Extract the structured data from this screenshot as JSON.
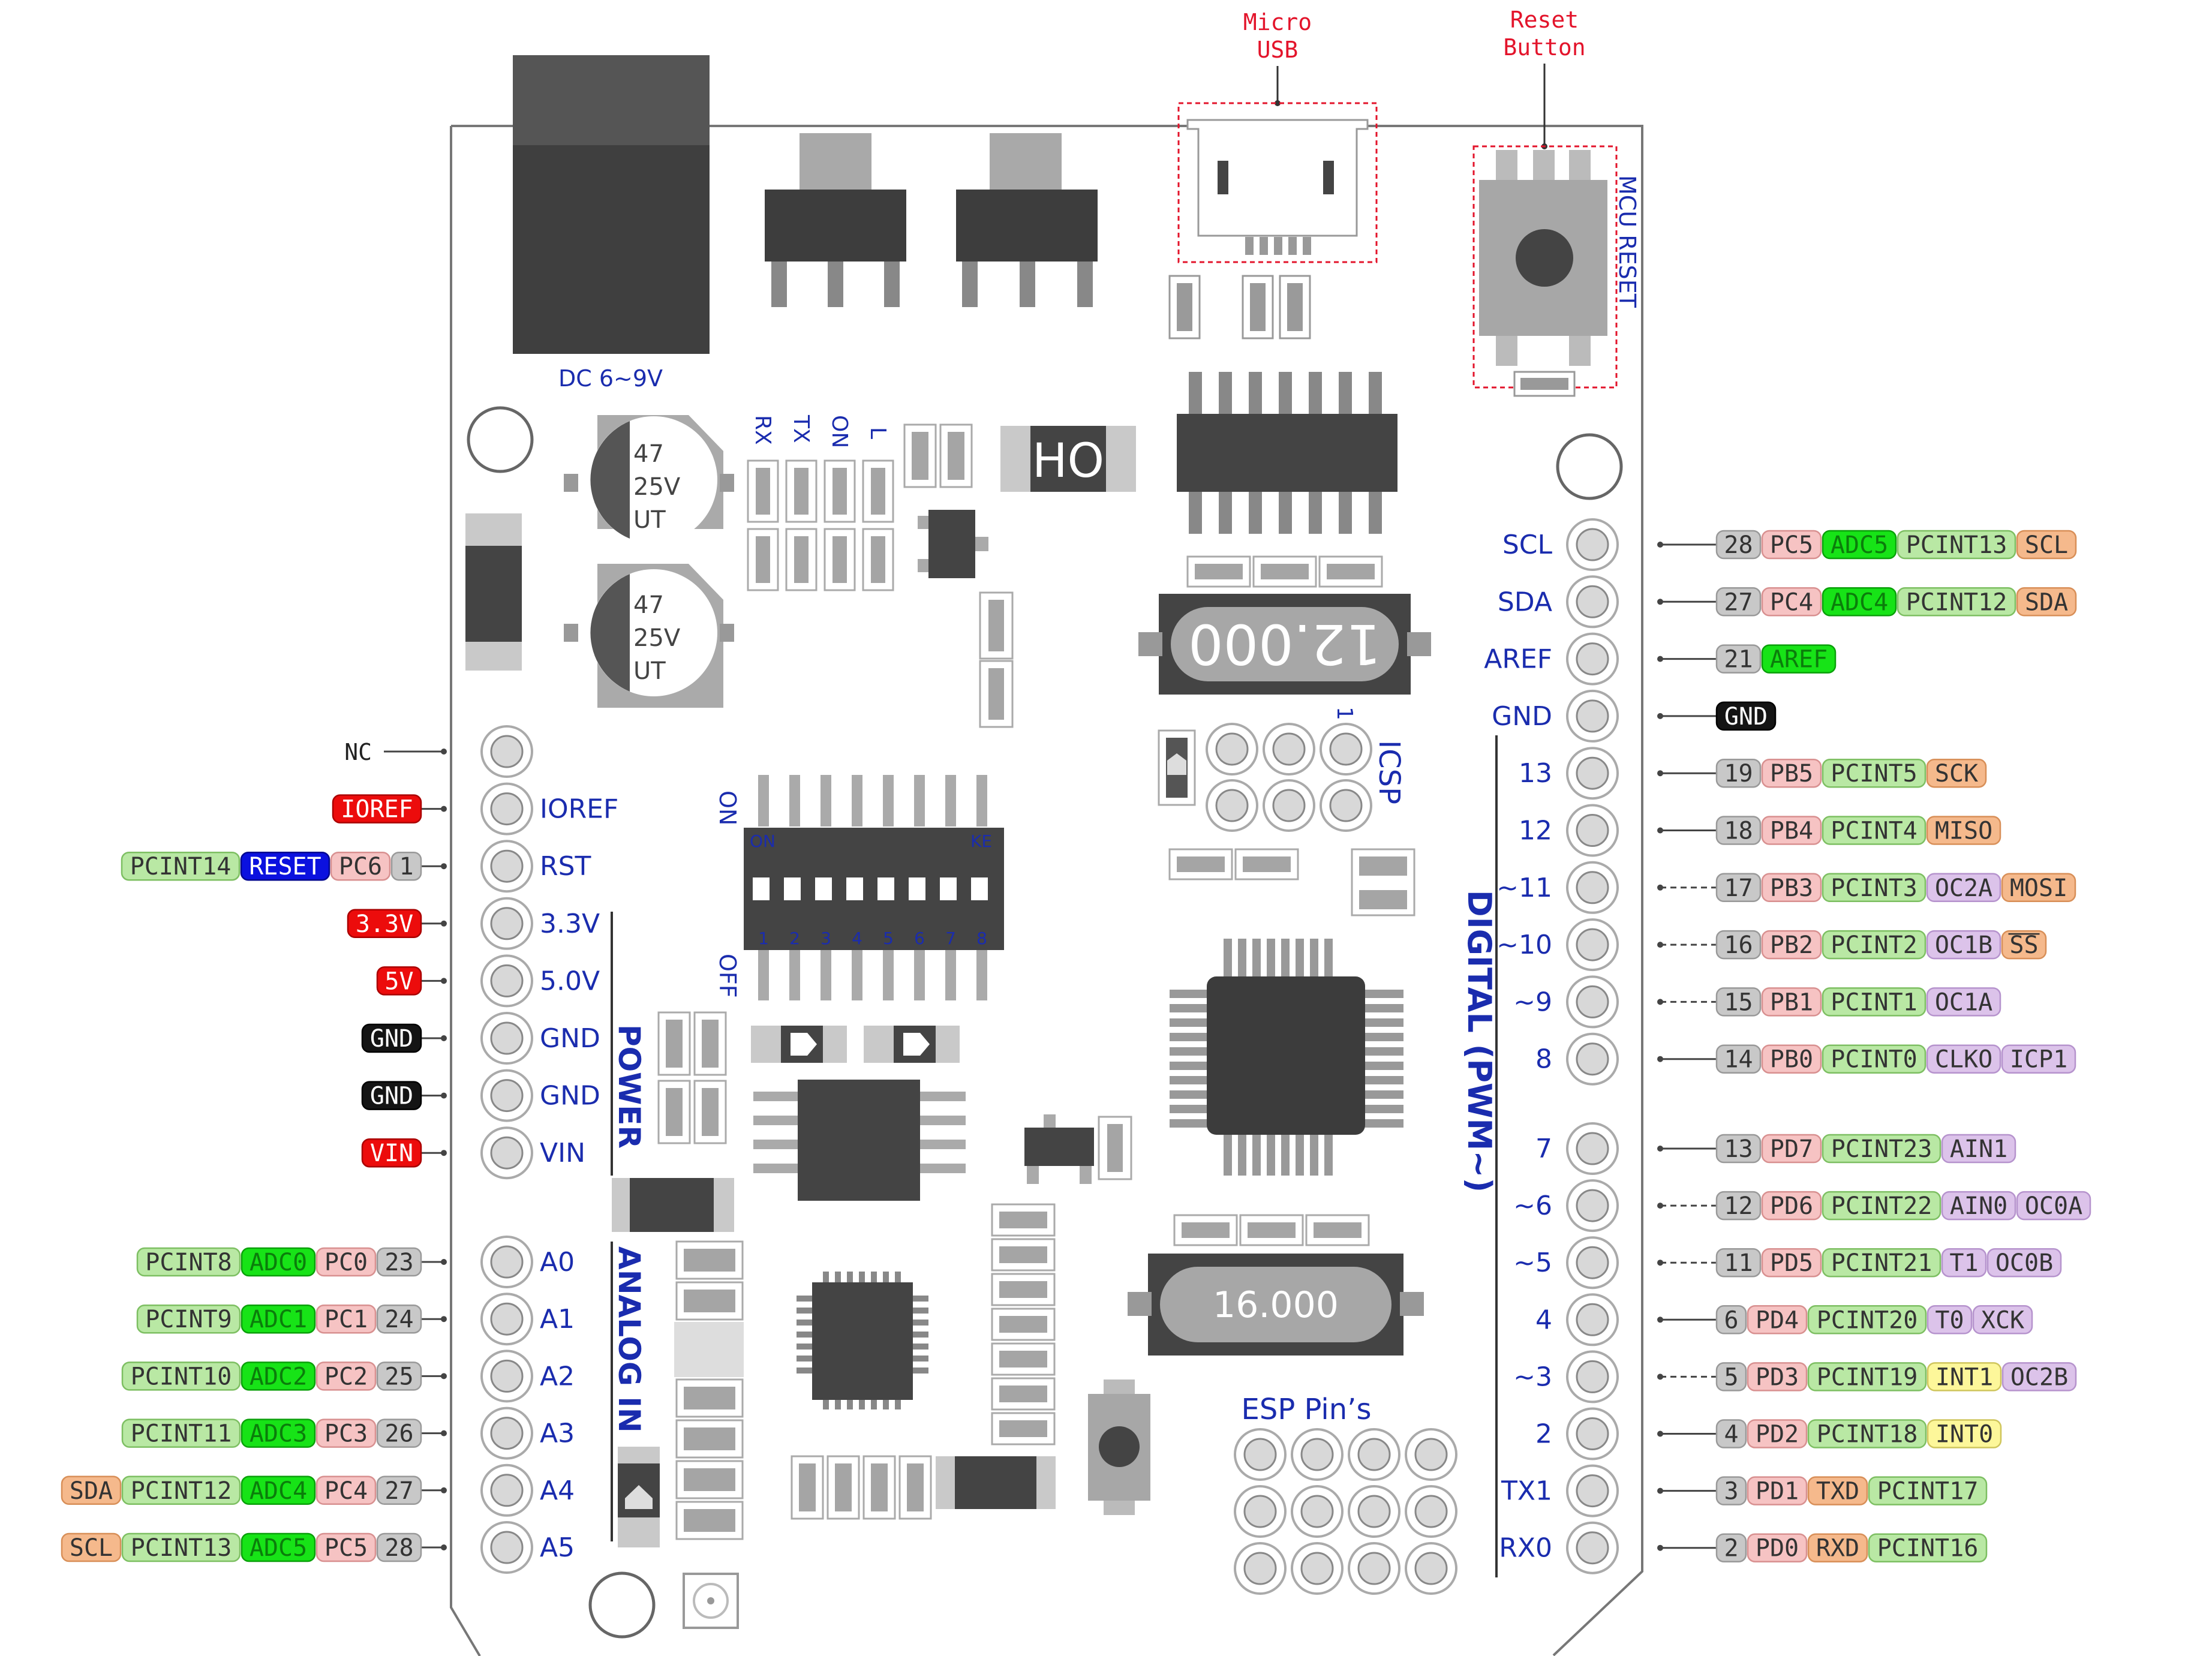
{
  "callouts": {
    "micro_usb": [
      "Micro",
      "USB"
    ],
    "reset_button": [
      "Reset",
      "Button"
    ]
  },
  "board_labels": {
    "dc_jack": "DC 6~9V",
    "mcu_reset": "MCU RESET",
    "crystal_1": "12.000",
    "crystal_2": "16.000",
    "regulator": "HO",
    "icsp": "ICSP",
    "icsp_pin1": "1",
    "power_group": "POWER",
    "analog_group": "ANALOG IN",
    "digital_group": "DIGITAL  (PWM~)",
    "esp_pins": "ESP Pin’s",
    "dip_on": "ON",
    "dip_off": "OFF",
    "dip_on_small": "ON",
    "dip_ke": "KE",
    "dip_numbers": [
      "1",
      "2",
      "3",
      "4",
      "5",
      "6",
      "7",
      "8"
    ],
    "leds": [
      "RX",
      "TX",
      "ON",
      "L"
    ],
    "capacitors": [
      [
        "47",
        "25V",
        "UT"
      ],
      [
        "47",
        "25V",
        "UT"
      ]
    ]
  },
  "colors": {
    "green": "#b9e8a4",
    "bright_green": "#17e317",
    "pink": "#f6c3c3",
    "orange": "#f5b98c",
    "purple": "#dcc3ea",
    "gray": "#c8c8c8",
    "yellow": "#fdf79a",
    "red": "#ec0c0c",
    "blue": "#0b11df",
    "black": "#141414",
    "label_blue": "#1a2cae",
    "callout_red": "#e3142b"
  },
  "left_header_top": [
    {
      "label": "",
      "ext": "NC",
      "tags": []
    },
    {
      "label": "IOREF",
      "tags": [
        {
          "text": "IOREF",
          "style": "red"
        }
      ]
    },
    {
      "label": "RST",
      "tags": [
        {
          "text": "PCINT14",
          "style": "green"
        },
        {
          "text": "RESET",
          "style": "blue"
        },
        {
          "text": "PC6",
          "style": "pink"
        },
        {
          "text": "1",
          "style": "gray"
        }
      ]
    },
    {
      "label": "3.3V",
      "tags": [
        {
          "text": "3.3V",
          "style": "red"
        }
      ]
    },
    {
      "label": "5.0V",
      "tags": [
        {
          "text": "5V",
          "style": "red"
        }
      ]
    },
    {
      "label": "GND",
      "tags": [
        {
          "text": "GND",
          "style": "black"
        }
      ]
    },
    {
      "label": "GND",
      "tags": [
        {
          "text": "GND",
          "style": "black"
        }
      ]
    },
    {
      "label": "VIN",
      "tags": [
        {
          "text": "VIN",
          "style": "red"
        }
      ]
    }
  ],
  "left_header_analog": [
    {
      "label": "A0",
      "tags": [
        {
          "text": "PCINT8",
          "style": "green"
        },
        {
          "text": "ADC0",
          "style": "bright_green"
        },
        {
          "text": "PC0",
          "style": "pink"
        },
        {
          "text": "23",
          "style": "gray"
        }
      ]
    },
    {
      "label": "A1",
      "tags": [
        {
          "text": "PCINT9",
          "style": "green"
        },
        {
          "text": "ADC1",
          "style": "bright_green"
        },
        {
          "text": "PC1",
          "style": "pink"
        },
        {
          "text": "24",
          "style": "gray"
        }
      ]
    },
    {
      "label": "A2",
      "tags": [
        {
          "text": "PCINT10",
          "style": "green"
        },
        {
          "text": "ADC2",
          "style": "bright_green"
        },
        {
          "text": "PC2",
          "style": "pink"
        },
        {
          "text": "25",
          "style": "gray"
        }
      ]
    },
    {
      "label": "A3",
      "tags": [
        {
          "text": "PCINT11",
          "style": "green"
        },
        {
          "text": "ADC3",
          "style": "bright_green"
        },
        {
          "text": "PC3",
          "style": "pink"
        },
        {
          "text": "26",
          "style": "gray"
        }
      ]
    },
    {
      "label": "A4",
      "tags": [
        {
          "text": "SDA",
          "style": "orange"
        },
        {
          "text": "PCINT12",
          "style": "green"
        },
        {
          "text": "ADC4",
          "style": "bright_green"
        },
        {
          "text": "PC4",
          "style": "pink"
        },
        {
          "text": "27",
          "style": "gray"
        }
      ]
    },
    {
      "label": "A5",
      "tags": [
        {
          "text": "SCL",
          "style": "orange"
        },
        {
          "text": "PCINT13",
          "style": "green"
        },
        {
          "text": "ADC5",
          "style": "bright_green"
        },
        {
          "text": "PC5",
          "style": "pink"
        },
        {
          "text": "28",
          "style": "gray"
        }
      ]
    }
  ],
  "right_header_top": [
    {
      "label": "SCL",
      "dashed": false,
      "tags": [
        {
          "text": "28",
          "style": "gray"
        },
        {
          "text": "PC5",
          "style": "pink"
        },
        {
          "text": "ADC5",
          "style": "bright_green"
        },
        {
          "text": "PCINT13",
          "style": "green"
        },
        {
          "text": "SCL",
          "style": "orange"
        }
      ]
    },
    {
      "label": "SDA",
      "dashed": false,
      "tags": [
        {
          "text": "27",
          "style": "gray"
        },
        {
          "text": "PC4",
          "style": "pink"
        },
        {
          "text": "ADC4",
          "style": "bright_green"
        },
        {
          "text": "PCINT12",
          "style": "green"
        },
        {
          "text": "SDA",
          "style": "orange"
        }
      ]
    },
    {
      "label": "AREF",
      "dashed": false,
      "tags": [
        {
          "text": "21",
          "style": "gray"
        },
        {
          "text": "AREF",
          "style": "bright_green"
        }
      ]
    },
    {
      "label": "GND",
      "dashed": false,
      "tags": [
        {
          "text": "GND",
          "style": "black"
        }
      ]
    },
    {
      "label": "13",
      "dashed": false,
      "tags": [
        {
          "text": "19",
          "style": "gray"
        },
        {
          "text": "PB5",
          "style": "pink"
        },
        {
          "text": "PCINT5",
          "style": "green"
        },
        {
          "text": "SCK",
          "style": "orange"
        }
      ]
    },
    {
      "label": "12",
      "dashed": false,
      "tags": [
        {
          "text": "18",
          "style": "gray"
        },
        {
          "text": "PB4",
          "style": "pink"
        },
        {
          "text": "PCINT4",
          "style": "green"
        },
        {
          "text": "MISO",
          "style": "orange"
        }
      ]
    },
    {
      "label": "~11",
      "dashed": true,
      "tags": [
        {
          "text": "17",
          "style": "gray"
        },
        {
          "text": "PB3",
          "style": "pink"
        },
        {
          "text": "PCINT3",
          "style": "green"
        },
        {
          "text": "OC2A",
          "style": "purple"
        },
        {
          "text": "MOSI",
          "style": "orange"
        }
      ]
    },
    {
      "label": "~10",
      "dashed": true,
      "tags": [
        {
          "text": "16",
          "style": "gray"
        },
        {
          "text": "PB2",
          "style": "pink"
        },
        {
          "text": "PCINT2",
          "style": "green"
        },
        {
          "text": "OC1B",
          "style": "purple"
        },
        {
          "text": "SS",
          "style": "orange"
        }
      ]
    },
    {
      "label": "~9",
      "dashed": true,
      "tags": [
        {
          "text": "15",
          "style": "gray"
        },
        {
          "text": "PB1",
          "style": "pink"
        },
        {
          "text": "PCINT1",
          "style": "green"
        },
        {
          "text": "OC1A",
          "style": "purple"
        }
      ]
    },
    {
      "label": "8",
      "dashed": false,
      "tags": [
        {
          "text": "14",
          "style": "gray"
        },
        {
          "text": "PB0",
          "style": "pink"
        },
        {
          "text": "PCINT0",
          "style": "green"
        },
        {
          "text": "CLKO",
          "style": "purple"
        },
        {
          "text": "ICP1",
          "style": "purple"
        }
      ]
    }
  ],
  "right_header_bottom": [
    {
      "label": "7",
      "dashed": false,
      "tags": [
        {
          "text": "13",
          "style": "gray"
        },
        {
          "text": "PD7",
          "style": "pink"
        },
        {
          "text": "PCINT23",
          "style": "green"
        },
        {
          "text": "AIN1",
          "style": "purple"
        }
      ]
    },
    {
      "label": "~6",
      "dashed": true,
      "tags": [
        {
          "text": "12",
          "style": "gray"
        },
        {
          "text": "PD6",
          "style": "pink"
        },
        {
          "text": "PCINT22",
          "style": "green"
        },
        {
          "text": "AIN0",
          "style": "purple"
        },
        {
          "text": "OC0A",
          "style": "purple"
        }
      ]
    },
    {
      "label": "~5",
      "dashed": true,
      "tags": [
        {
          "text": "11",
          "style": "gray"
        },
        {
          "text": "PD5",
          "style": "pink"
        },
        {
          "text": "PCINT21",
          "style": "green"
        },
        {
          "text": "T1",
          "style": "purple"
        },
        {
          "text": "OC0B",
          "style": "purple"
        }
      ]
    },
    {
      "label": "4",
      "dashed": false,
      "tags": [
        {
          "text": "6",
          "style": "gray"
        },
        {
          "text": "PD4",
          "style": "pink"
        },
        {
          "text": "PCINT20",
          "style": "green"
        },
        {
          "text": "T0",
          "style": "purple"
        },
        {
          "text": "XCK",
          "style": "purple"
        }
      ]
    },
    {
      "label": "~3",
      "dashed": true,
      "tags": [
        {
          "text": "5",
          "style": "gray"
        },
        {
          "text": "PD3",
          "style": "pink"
        },
        {
          "text": "PCINT19",
          "style": "green"
        },
        {
          "text": "INT1",
          "style": "yellow"
        },
        {
          "text": "OC2B",
          "style": "purple"
        }
      ]
    },
    {
      "label": "2",
      "dashed": false,
      "tags": [
        {
          "text": "4",
          "style": "gray"
        },
        {
          "text": "PD2",
          "style": "pink"
        },
        {
          "text": "PCINT18",
          "style": "green"
        },
        {
          "text": "INT0",
          "style": "yellow"
        }
      ]
    },
    {
      "label": "TX1",
      "dashed": false,
      "tags": [
        {
          "text": "3",
          "style": "gray"
        },
        {
          "text": "PD1",
          "style": "pink"
        },
        {
          "text": "TXD",
          "style": "orange"
        },
        {
          "text": "PCINT17",
          "style": "green"
        }
      ]
    },
    {
      "label": "RX0",
      "dashed": false,
      "tags": [
        {
          "text": "2",
          "style": "gray"
        },
        {
          "text": "PD0",
          "style": "pink"
        },
        {
          "text": "RXD",
          "style": "orange"
        },
        {
          "text": "PCINT16",
          "style": "green"
        }
      ]
    }
  ]
}
